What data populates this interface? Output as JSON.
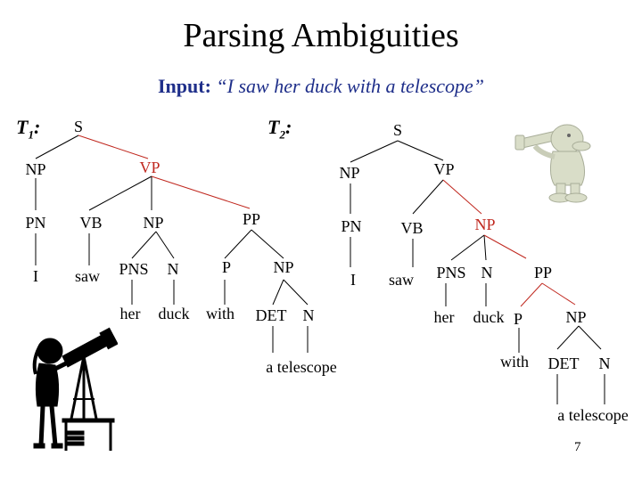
{
  "slide": {
    "title": "Parsing Ambiguities",
    "input_label": "Input:",
    "input_sentence": "“I saw her duck with a telescope”",
    "page_number": "7"
  },
  "trees": {
    "t1": {
      "label": "T",
      "sub": "1",
      "colon": ":"
    },
    "t2": {
      "label": "T",
      "sub": "2",
      "colon": ":"
    }
  },
  "tree1_nodes": {
    "s": "S",
    "np": "NP",
    "vp": "VP",
    "pn": "PN",
    "vb": "VB",
    "np2": "NP",
    "pp": "PP",
    "i": "I",
    "saw": "saw",
    "pns": "PNS",
    "n": "N",
    "p": "P",
    "np3": "NP",
    "her": "her",
    "duck": "duck",
    "with": "with",
    "det": "DET",
    "n2": "N",
    "a_telescope": "a telescope"
  },
  "tree2_nodes": {
    "s": "S",
    "np": "NP",
    "vp": "VP",
    "pn": "PN",
    "vb": "VB",
    "np2": "NP",
    "i": "I",
    "saw": "saw",
    "pns": "PNS",
    "n": "N",
    "pp": "PP",
    "her": "her",
    "duck": "duck",
    "p": "P",
    "np3": "NP",
    "with": "with",
    "det": "DET",
    "n2": "N",
    "a_telescope": "a telescope"
  },
  "colors": {
    "highlight": "#c0281f",
    "subtitle": "#1f2f8a"
  },
  "icons": [
    "girl-with-telescope-icon",
    "duck-with-telescope-icon"
  ]
}
